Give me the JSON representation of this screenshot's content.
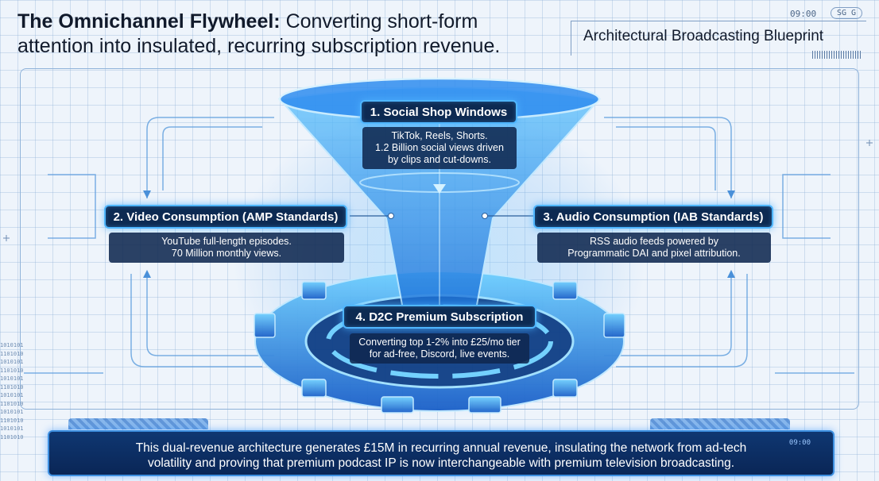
{
  "header": {
    "title_bold": "The Omnichannel Flywheel:",
    "title_rest": " Converting short-form attention into insulated, recurring subscription revenue.",
    "blueprint_title": "Architectural Broadcasting Blueprint",
    "time": "09:00",
    "code": "SG G"
  },
  "nodes": [
    {
      "title": "1. Social Shop Windows",
      "lines": [
        "TikTok, Reels, Shorts.",
        "1.2 Billion social views driven",
        "by clips and cut-downs."
      ]
    },
    {
      "title": "2. Video Consumption (AMP Standards)",
      "lines": [
        "YouTube full-length episodes.",
        "70 Million monthly views."
      ]
    },
    {
      "title": "3. Audio Consumption (IAB Standards)",
      "lines": [
        "RSS audio feeds powered by",
        "Programmatic DAI and pixel attribution."
      ]
    },
    {
      "title": "4. D2C Premium Subscription",
      "lines": [
        "Converting top 1-2% into £25/mo tier",
        "for ad-free, Discord, live events."
      ]
    }
  ],
  "footer": {
    "lines": [
      "This dual-revenue architecture generates £15M in recurring annual revenue, insulating the network from ad-tech",
      "volatility and proving that premium podcast IP is now interchangeable with premium television broadcasting."
    ],
    "time": "09:00"
  },
  "side_binary": "1010101\n1101010\n1010101\n1101010\n1010101\n1101010\n1010101\n1101010\n1010101\n1101010\n1010101\n1101010",
  "colors": {
    "accent": "#4fb6ff",
    "panel": "#0d2a52",
    "glow": "#2f8df0"
  }
}
